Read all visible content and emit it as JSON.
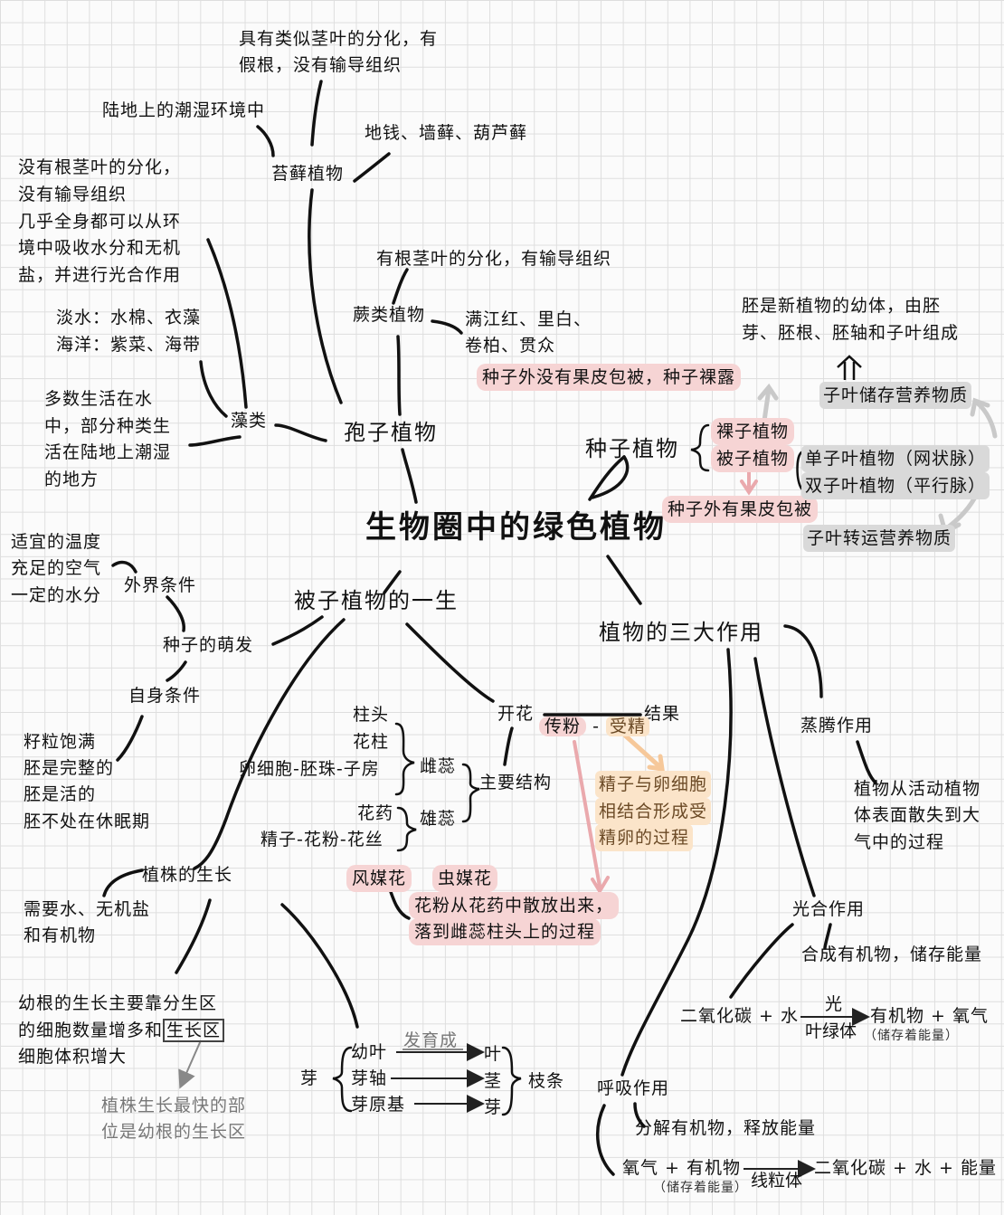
{
  "title": "生物圈中的绿色植物",
  "spore": {
    "label": "孢子植物",
    "moss": {
      "label": "苔藓植物",
      "desc": [
        "具有类似茎叶的分化，有",
        "假根，没有输导组织"
      ],
      "env": "陆地上的潮湿环境中",
      "examples": "地钱、墙藓、葫芦藓"
    },
    "fern": {
      "label": "蕨类植物",
      "desc": "有根茎叶的分化，有输导组织",
      "examples": [
        "满江红、里白、",
        "卷柏、贯众"
      ]
    },
    "algae": {
      "label": "藻类",
      "desc": [
        "没有根茎叶的分化，",
        "没有输导组织",
        "几乎全身都可以从环",
        "境中吸收水分和无机",
        "盐，并进行光合作用"
      ],
      "examples": [
        "淡水：水棉、衣藻",
        "海洋：紫菜、海带"
      ],
      "habitat": [
        "多数生活在水",
        "中，部分种类生",
        "活在陆地上潮湿",
        "的地方"
      ]
    }
  },
  "seed": {
    "label": "种子植物",
    "gymno": "裸子植物",
    "angio": "被子植物",
    "gymno_desc": "种子外没有果皮包被，种子裸露",
    "angio_desc": "种子外有果皮包被",
    "mono": "单子叶植物（网状脉）",
    "dicot": "双子叶植物（平行脉）",
    "embryo": [
      "胚是新植物的幼体，由胚",
      "芽、胚根、胚轴和子叶组成"
    ],
    "cot_store": "子叶储存营养物质",
    "cot_transport": "子叶转运营养物质"
  },
  "life": {
    "label": "被子植物的一生",
    "germ": "种子的萌发",
    "ext": "外界条件",
    "ext_items": [
      "适宜的温度",
      "充足的空气",
      "一定的水分"
    ],
    "self": "自身条件",
    "self_items": [
      "籽粒饱满",
      "胚是完整的",
      "胚是活的",
      "胚不处在休眠期"
    ],
    "growth": "植株的生长",
    "needs": [
      "需要水、无机盐",
      "和有机物"
    ],
    "root": [
      "幼根的生长主要靠分生区",
      "的细胞数量增多和",
      "细胞体积增大"
    ],
    "root_zone": "生长区",
    "fastest": [
      "植株生长最快的部",
      "位是幼根的生长区"
    ],
    "bud": "芽",
    "bud_parts": [
      "幼叶",
      "芽轴",
      "芽原基"
    ],
    "develop": "发育成",
    "shoot_parts": [
      "叶",
      "茎",
      "芽"
    ],
    "shoot": "枝条",
    "flower": "开花",
    "fruit": "结果",
    "pollination": "传粉",
    "dash": "-",
    "fertilization": "受精",
    "fert_desc": [
      "精子与卵细胞",
      "相结合形成受",
      "精卵的过程"
    ],
    "main": "主要结构",
    "pistil": "雌蕊",
    "stamen": "雄蕊",
    "pistil_parts": [
      "柱头",
      "花柱",
      "卵细胞-胚珠-子房"
    ],
    "stamen_parts": [
      "花药",
      "精子-花粉-花丝"
    ],
    "pol_types": [
      "风媒花",
      "虫媒花"
    ],
    "pol_desc": [
      "花粉从花药中散放出来，",
      "落到雌蕊柱头上的过程"
    ]
  },
  "functions": {
    "label": "植物的三大作用",
    "transp": "蒸腾作用",
    "transp_desc": [
      "植物从活动植物",
      "体表面散失到大",
      "气中的过程"
    ],
    "photo": "光合作用",
    "photo_desc": "合成有机物，储存能量",
    "photo_left": "二氧化碳 + 水",
    "photo_top": "光",
    "photo_bottom": "叶绿体",
    "photo_right": "有机物 + 氧气",
    "photo_note": "（储存着能量）",
    "resp": "呼吸作用",
    "resp_desc": "分解有机物，释放能量",
    "resp_left": "氧气 + 有机物",
    "resp_note": "（储存着能量）",
    "resp_bottom": "线粒体",
    "resp_right": "二氧化碳 + 水 + 能量"
  }
}
